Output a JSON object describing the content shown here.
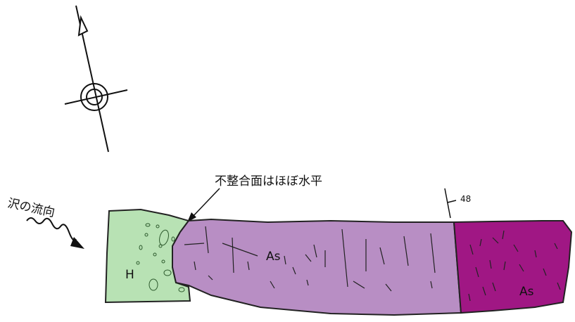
{
  "stream_label": "沢の流向",
  "unconformity_note": "不整合面はほぼ水平",
  "dip_value": "48",
  "units": [
    {
      "id": "H",
      "label": "H",
      "color": "#b8e2b4"
    },
    {
      "id": "As1",
      "label": "As",
      "color": "#b88ec4"
    },
    {
      "id": "As2",
      "label": "As",
      "color": "#a01784"
    }
  ],
  "icons": {
    "north": "north-arrow-icon",
    "flow": "flow-direction-arrow-icon",
    "strike_dip": "strike-dip-symbol-icon"
  }
}
